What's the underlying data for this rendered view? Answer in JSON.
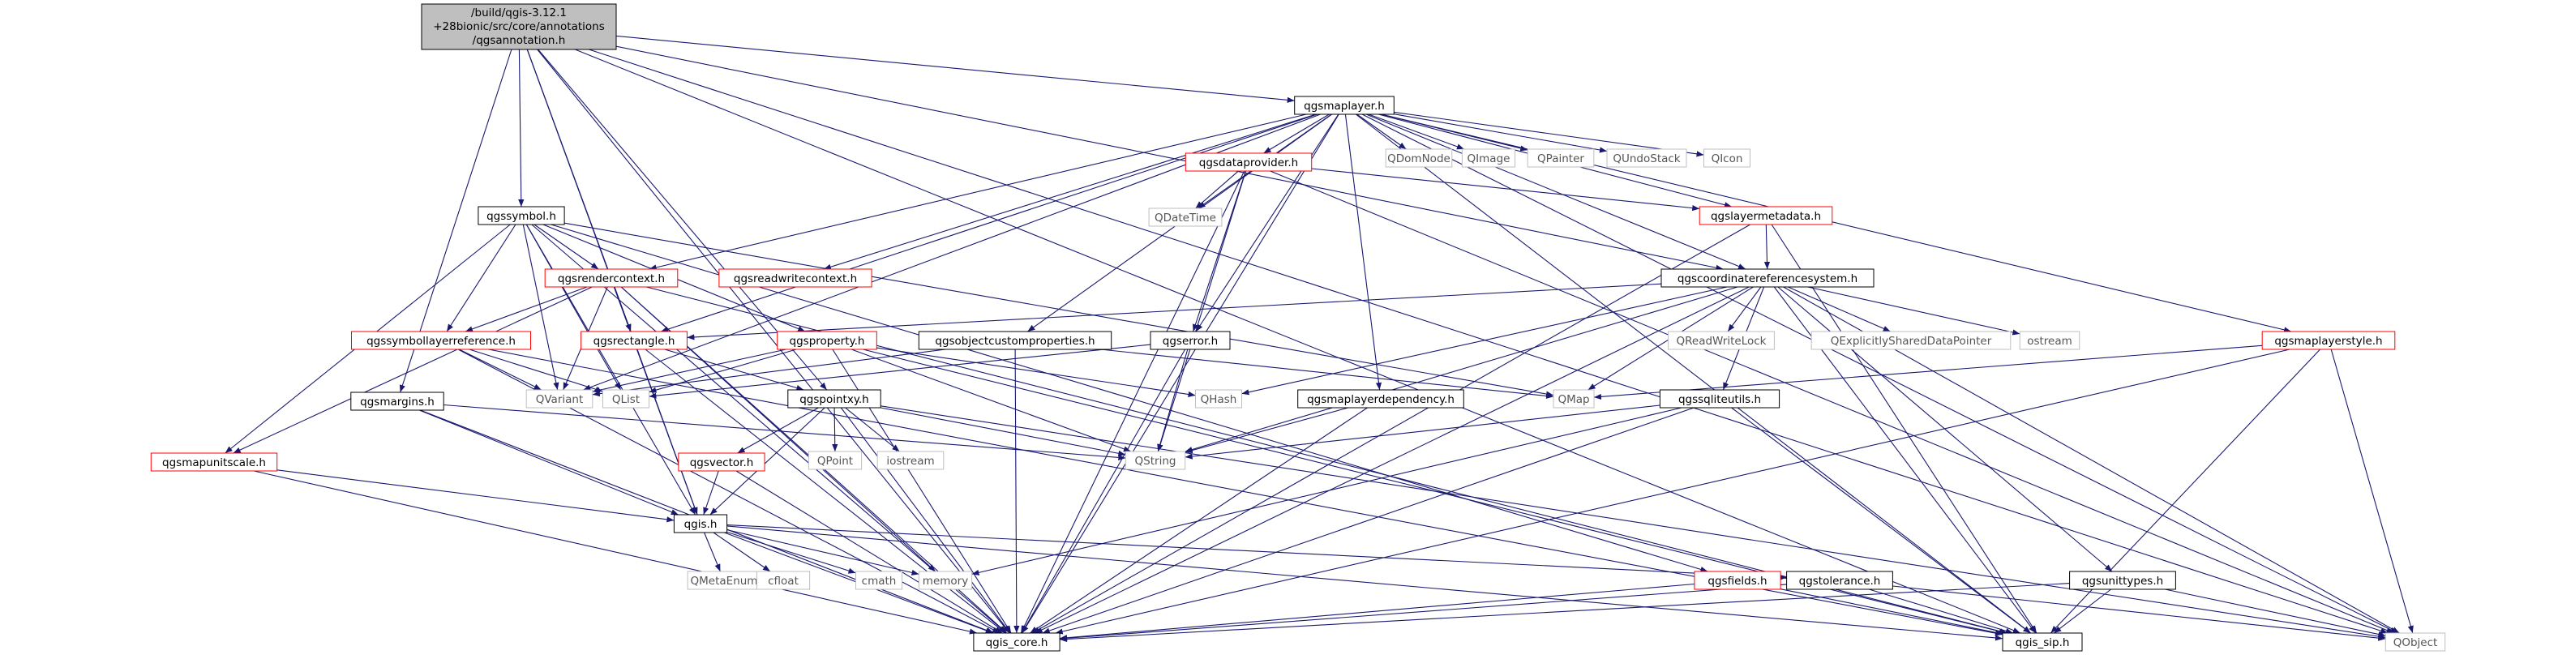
{
  "diagram": {
    "root": {
      "lines": [
        "/build/qgis-3.12.1",
        "+28bionic/src/core/annotations",
        "/qgsannotation.h"
      ]
    },
    "nodes": {
      "qgsmaplayer": {
        "label": "qgsmaplayer.h",
        "style": "black"
      },
      "qgssymbol": {
        "label": "qgssymbol.h",
        "style": "black"
      },
      "qgsdataprovider": {
        "label": "qgsdataprovider.h",
        "style": "red"
      },
      "qdomnode": {
        "label": "QDomNode",
        "style": "gray"
      },
      "qimage": {
        "label": "QImage",
        "style": "gray"
      },
      "qpainter": {
        "label": "QPainter",
        "style": "gray"
      },
      "qundostack": {
        "label": "QUndoStack",
        "style": "gray"
      },
      "qicon": {
        "label": "QIcon",
        "style": "gray"
      },
      "qdatetime": {
        "label": "QDateTime",
        "style": "gray"
      },
      "qgslayermetadata": {
        "label": "qgslayermetadata.h",
        "style": "red"
      },
      "qgsrendercontext": {
        "label": "qgsrendercontext.h",
        "style": "red"
      },
      "qgsreadwritecontext": {
        "label": "qgsreadwritecontext.h",
        "style": "red"
      },
      "qgscrs": {
        "label": "qgscoordinatereferencesystem.h",
        "style": "black"
      },
      "qgssymbollayerreference": {
        "label": "qgssymbollayerreference.h",
        "style": "red"
      },
      "qgsrectangle": {
        "label": "qgsrectangle.h",
        "style": "red"
      },
      "qgsproperty": {
        "label": "qgsproperty.h",
        "style": "red"
      },
      "qgsobjectcustomproperties": {
        "label": "qgsobjectcustomproperties.h",
        "style": "black"
      },
      "qgserror": {
        "label": "qgserror.h",
        "style": "black"
      },
      "qreadwritelock": {
        "label": "QReadWriteLock",
        "style": "gray"
      },
      "qexplicitly": {
        "label": "QExplicitlySharedDataPointer",
        "style": "gray"
      },
      "ostream": {
        "label": "ostream",
        "style": "gray"
      },
      "qgsmaplayerstyle": {
        "label": "qgsmaplayerstyle.h",
        "style": "red"
      },
      "qvariant": {
        "label": "QVariant",
        "style": "gray"
      },
      "qlist": {
        "label": "QList",
        "style": "gray"
      },
      "qgspointxy": {
        "label": "qgspointxy.h",
        "style": "black"
      },
      "qhash": {
        "label": "QHash",
        "style": "gray"
      },
      "qgsmaplayerdependency": {
        "label": "qgsmaplayerdependency.h",
        "style": "black"
      },
      "qmap": {
        "label": "QMap",
        "style": "gray"
      },
      "qgssqliteutils": {
        "label": "qgssqliteutils.h",
        "style": "black"
      },
      "qgsmargins": {
        "label": "qgsmargins.h",
        "style": "black"
      },
      "qgsmapunitscale": {
        "label": "qgsmapunitscale.h",
        "style": "red"
      },
      "qgsvector": {
        "label": "qgsvector.h",
        "style": "red"
      },
      "qpoint": {
        "label": "QPoint",
        "style": "gray"
      },
      "iostream": {
        "label": "iostream",
        "style": "gray"
      },
      "qstring": {
        "label": "QString",
        "style": "gray"
      },
      "qgis": {
        "label": "qgis.h",
        "style": "black"
      },
      "qmetaenum": {
        "label": "QMetaEnum",
        "style": "gray"
      },
      "cfloat": {
        "label": "cfloat",
        "style": "gray"
      },
      "cmath": {
        "label": "cmath",
        "style": "gray"
      },
      "memory": {
        "label": "memory",
        "style": "gray"
      },
      "qgsfields": {
        "label": "qgsfields.h",
        "style": "red"
      },
      "qgstolerance": {
        "label": "qgstolerance.h",
        "style": "black"
      },
      "qgsunittypes": {
        "label": "qgsunittypes.h",
        "style": "black"
      },
      "qgis_core": {
        "label": "qgis_core.h",
        "style": "black"
      },
      "qgis_sip": {
        "label": "qgis_sip.h",
        "style": "black"
      },
      "qobject": {
        "label": "QObject",
        "style": "gray"
      }
    },
    "edges": [
      [
        "root",
        "qgsmaplayer"
      ],
      [
        "root",
        "qgssymbol"
      ],
      [
        "root",
        "qgscrs"
      ],
      [
        "root",
        "qgspointxy"
      ],
      [
        "root",
        "qgsmargins"
      ],
      [
        "root",
        "qgis"
      ],
      [
        "root",
        "qgis_core"
      ],
      [
        "root",
        "qobject"
      ],
      [
        "root",
        "qgis_sip"
      ],
      [
        "root",
        "qgsrectangle"
      ],
      [
        "qgsmaplayer",
        "qgsdataprovider"
      ],
      [
        "qgsmaplayer",
        "qdomnode"
      ],
      [
        "qgsmaplayer",
        "qimage"
      ],
      [
        "qgsmaplayer",
        "qpainter"
      ],
      [
        "qgsmaplayer",
        "qundostack"
      ],
      [
        "qgsmaplayer",
        "qicon"
      ],
      [
        "qgsmaplayer",
        "qdatetime"
      ],
      [
        "qgsmaplayer",
        "qgslayermetadata"
      ],
      [
        "qgsmaplayer",
        "qgsrendercontext"
      ],
      [
        "qgsmaplayer",
        "qgsreadwritecontext"
      ],
      [
        "qgsmaplayer",
        "qgscrs"
      ],
      [
        "qgsmaplayer",
        "qgsobjectcustomproperties"
      ],
      [
        "qgsmaplayer",
        "qgserror"
      ],
      [
        "qgsmaplayer",
        "qgsmaplayerstyle"
      ],
      [
        "qgsmaplayer",
        "qgsmaplayerdependency"
      ],
      [
        "qgsmaplayer",
        "qgsrectangle"
      ],
      [
        "qgsmaplayer",
        "qgis_core"
      ],
      [
        "qgsmaplayer",
        "qgis_sip"
      ],
      [
        "qgsmaplayer",
        "qobject"
      ],
      [
        "qgsmaplayer",
        "qvariant"
      ],
      [
        "qgsdataprovider",
        "qdatetime"
      ],
      [
        "qgsdataprovider",
        "qgslayermetadata"
      ],
      [
        "qgsdataprovider",
        "qgserror"
      ],
      [
        "qgsdataprovider",
        "qgis_core"
      ],
      [
        "qgsdataprovider",
        "qstring"
      ],
      [
        "qgsdataprovider",
        "qobject"
      ],
      [
        "qgslayermetadata",
        "qgscrs"
      ],
      [
        "qgslayermetadata",
        "qgis_core"
      ],
      [
        "qgslayermetadata",
        "qgis_sip"
      ],
      [
        "qgssymbol",
        "qgsrendercontext"
      ],
      [
        "qgssymbol",
        "qgssymbollayerreference"
      ],
      [
        "qgssymbol",
        "qgsproperty"
      ],
      [
        "qgssymbol",
        "qgsmapunitscale"
      ],
      [
        "qgssymbol",
        "qgsfields"
      ],
      [
        "qgssymbol",
        "qmap"
      ],
      [
        "qgssymbol",
        "qlist"
      ],
      [
        "qgssymbol",
        "qgis_core"
      ],
      [
        "qgssymbol",
        "qvariant"
      ],
      [
        "qgssymbol",
        "qgis"
      ],
      [
        "qgsrendercontext",
        "qgsrectangle"
      ],
      [
        "qgsrendercontext",
        "qgssymbollayerreference"
      ],
      [
        "qgsrendercontext",
        "qgsmapunitscale"
      ],
      [
        "qgsrendercontext",
        "qgis_core"
      ],
      [
        "qgsrendercontext",
        "qgis_sip"
      ],
      [
        "qgsrendercontext",
        "memory"
      ],
      [
        "qgsrendercontext",
        "qvariant"
      ],
      [
        "qgscrs",
        "qgsrectangle"
      ],
      [
        "qgscrs",
        "qreadwritelock"
      ],
      [
        "qgscrs",
        "qexplicitly"
      ],
      [
        "qgscrs",
        "ostream"
      ],
      [
        "qgscrs",
        "qgssqliteutils"
      ],
      [
        "qgscrs",
        "qgsunittypes"
      ],
      [
        "qgscrs",
        "qmap"
      ],
      [
        "qgscrs",
        "qhash"
      ],
      [
        "qgscrs",
        "qstring"
      ],
      [
        "qgscrs",
        "qgis_core"
      ],
      [
        "qgscrs",
        "qgis_sip"
      ],
      [
        "qgscrs",
        "qobject"
      ],
      [
        "qgssymbollayerreference",
        "qvariant"
      ],
      [
        "qgssymbollayerreference",
        "qlist"
      ],
      [
        "qgssymbollayerreference",
        "qgis_core"
      ],
      [
        "qgssymbollayerreference",
        "qgis_sip"
      ],
      [
        "qgsrectangle",
        "qgspointxy"
      ],
      [
        "qgsrectangle",
        "qgis"
      ],
      [
        "qgsrectangle",
        "qgis_core"
      ],
      [
        "qgsproperty",
        "qvariant"
      ],
      [
        "qgsproperty",
        "qlist"
      ],
      [
        "qgsproperty",
        "qstring"
      ],
      [
        "qgsproperty",
        "qhash"
      ],
      [
        "qgsproperty",
        "qgis_core"
      ],
      [
        "qgsproperty",
        "qgis_sip"
      ],
      [
        "qgsobjectcustomproperties",
        "qvariant"
      ],
      [
        "qgsobjectcustomproperties",
        "qgis_core"
      ],
      [
        "qgsobjectcustomproperties",
        "qmap"
      ],
      [
        "qgserror",
        "qlist"
      ],
      [
        "qgserror",
        "qstring"
      ],
      [
        "qgserror",
        "qgis_core"
      ],
      [
        "qgsmaplayerstyle",
        "qmap"
      ],
      [
        "qgsmaplayerstyle",
        "qgis_core"
      ],
      [
        "qgsmaplayerstyle",
        "qgis_sip"
      ],
      [
        "qgsmaplayerstyle",
        "qobject"
      ],
      [
        "qgspointxy",
        "qgsvector"
      ],
      [
        "qgspointxy",
        "qgis"
      ],
      [
        "qgspointxy",
        "qpoint"
      ],
      [
        "qgspointxy",
        "iostream"
      ],
      [
        "qgspointxy",
        "qstring"
      ],
      [
        "qgspointxy",
        "qgis_core"
      ],
      [
        "qgspointxy",
        "qobject"
      ],
      [
        "qgsmaplayerdependency",
        "qstring"
      ],
      [
        "qgsmaplayerdependency",
        "qgis_core"
      ],
      [
        "qgssqliteutils",
        "qstring"
      ],
      [
        "qgssqliteutils",
        "memory"
      ],
      [
        "qgssqliteutils",
        "qgis_core"
      ],
      [
        "qgssqliteutils",
        "qgis_sip"
      ],
      [
        "qgsmargins",
        "qgis"
      ],
      [
        "qgsmargins",
        "qgis_core"
      ],
      [
        "qgsmargins",
        "qstring"
      ],
      [
        "qgsmapunitscale",
        "qgis"
      ],
      [
        "qgsmapunitscale",
        "qgis_core"
      ],
      [
        "qgsvector",
        "qgis"
      ],
      [
        "qgsvector",
        "qgis_core"
      ],
      [
        "qgis",
        "qmetaenum"
      ],
      [
        "qgis",
        "cfloat"
      ],
      [
        "qgis",
        "cmath"
      ],
      [
        "qgis",
        "memory"
      ],
      [
        "qgis",
        "qgstolerance"
      ],
      [
        "qgis",
        "qgis_core"
      ],
      [
        "qgis",
        "qgis_sip"
      ],
      [
        "qgsfields",
        "qgis_core"
      ],
      [
        "qgsfields",
        "qgis_sip"
      ],
      [
        "qgstolerance",
        "qgis_core"
      ],
      [
        "qgstolerance",
        "qgis_sip"
      ],
      [
        "qgstolerance",
        "qobject"
      ],
      [
        "qgsunittypes",
        "qgis_core"
      ],
      [
        "qgsunittypes",
        "qgis_sip"
      ],
      [
        "qgsunittypes",
        "qobject"
      ]
    ]
  },
  "colors": {
    "edge": "#191970",
    "root_fill": "#bfbfbf",
    "node_border_black": "#000000",
    "node_border_red": "#ff0000",
    "node_border_gray": "#bfbfbf",
    "text_gray": "#555555"
  }
}
